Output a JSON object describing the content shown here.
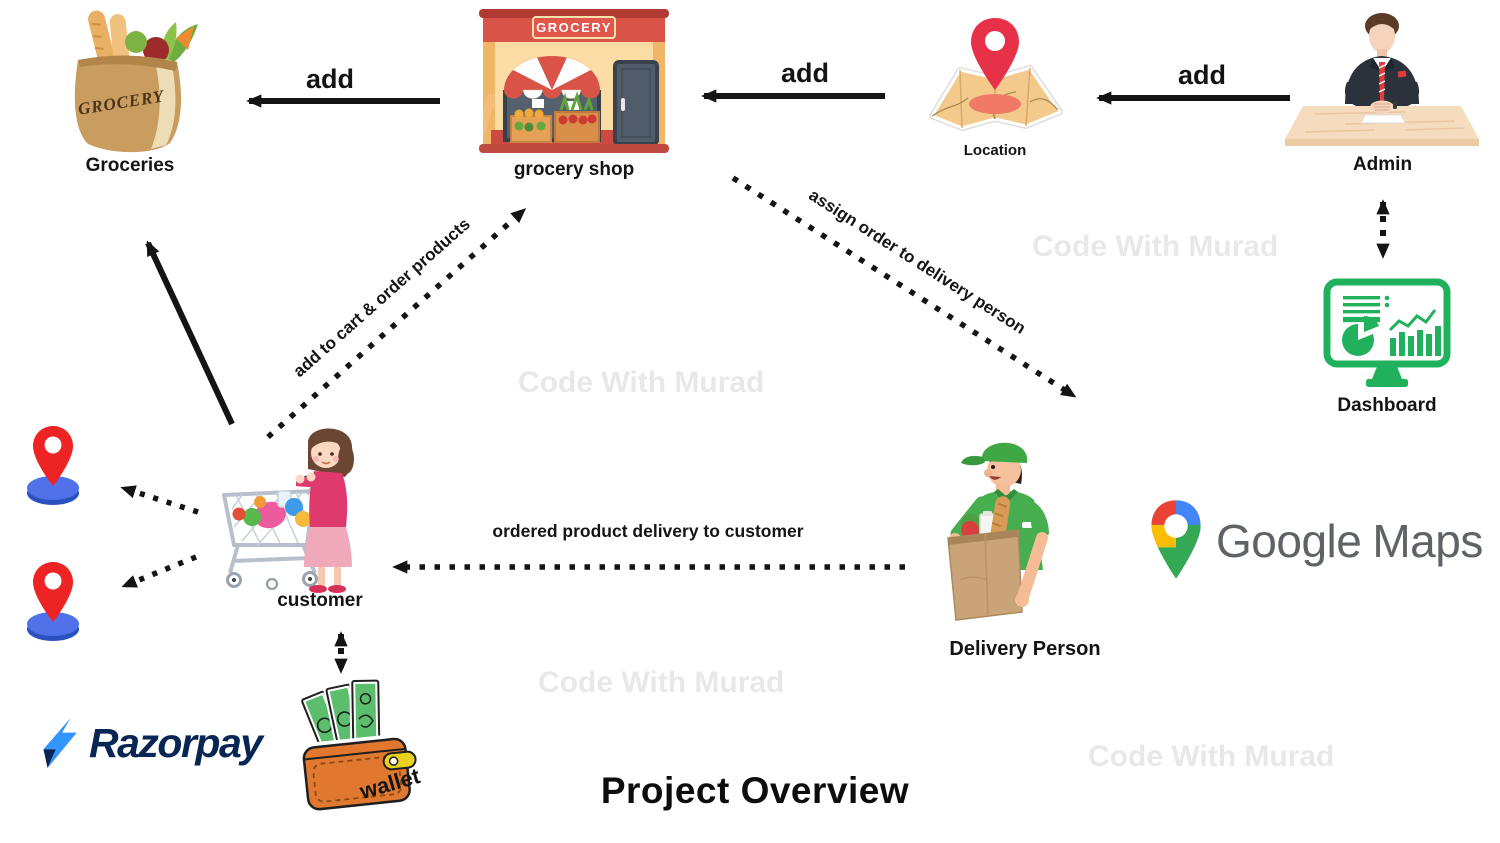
{
  "page": {
    "title": "Project Overview"
  },
  "watermarks": {
    "text": "Code With Murad"
  },
  "nodes": {
    "groceries": {
      "label": "Groceries",
      "bag_text": "GROCERY"
    },
    "grocery_shop": {
      "label": "grocery shop",
      "sign_text": "GROCERY"
    },
    "location": {
      "label": "Location"
    },
    "admin": {
      "label": "Admin"
    },
    "dashboard": {
      "label": "Dashboard"
    },
    "customer": {
      "label": "customer"
    },
    "delivery_person": {
      "label": "Delivery Person"
    },
    "wallet": {
      "label": "wallet"
    }
  },
  "edges": {
    "shop_to_groceries": "add",
    "location_to_shop": "add",
    "admin_to_location": "add",
    "customer_to_shop": "add to cart & order products",
    "shop_to_delivery": "assign order to delivery person",
    "delivery_to_customer": "ordered product delivery to customer"
  },
  "brands": {
    "razorpay": "Razorpay",
    "google": "Google",
    "maps": "Maps"
  },
  "colors": {
    "arrow_black": "#141414",
    "dashboard_green": "#21b15c",
    "pin_red": "#ee2424",
    "pin_disc_blue": "#5071e8",
    "razorpay_blue": "#3395ff",
    "razorpay_navy": "#072654",
    "google_gray": "#5f6368",
    "watermark_gray": "#e8e8e8",
    "wallet_orange": "#e0792f",
    "shop_red": "#d95348",
    "shirt_green": "#47ae4f"
  }
}
